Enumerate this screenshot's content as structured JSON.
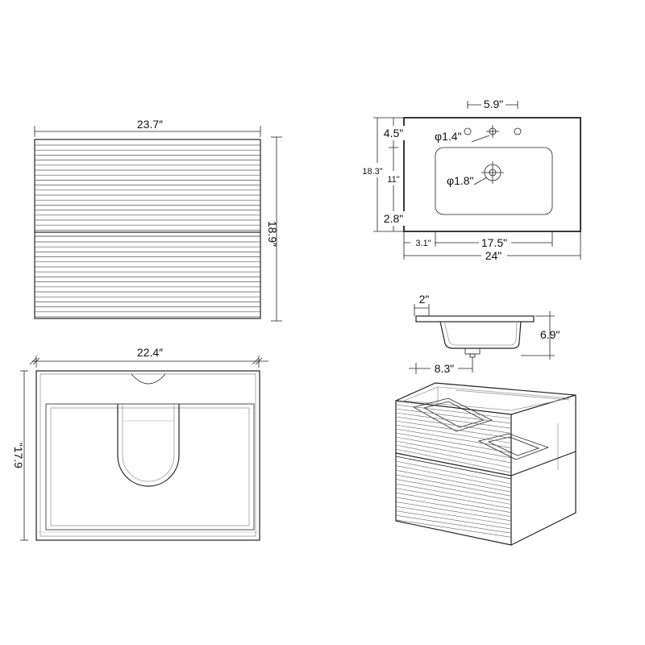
{
  "front_view": {
    "width_label": "23.7″",
    "height_label": "18.9″"
  },
  "top_view": {
    "width_label": "22.4″",
    "depth_label": "”17.9"
  },
  "sink_plan": {
    "faucet_spacing_label": "5.9\"",
    "faucet_offset_label": "4.5\"",
    "faucet_hole_label": "φ1.4\"",
    "overall_depth_label": "18.3\"",
    "basin_depth_label": "11\"",
    "drain_hole_label": "φ1.8\"",
    "front_edge_label": "2.8\"",
    "side_edge_label": "3.1\"",
    "basin_width_label": "17.5\"",
    "overall_width_label": "24\""
  },
  "sink_section": {
    "rim_label": "2\"",
    "basin_height_label": "6.9\"",
    "drain_offset_label": "8.3\""
  },
  "colors": {
    "line": "#222222",
    "gray": "#9a9a9a",
    "light_gray": "#c4c4c4"
  }
}
